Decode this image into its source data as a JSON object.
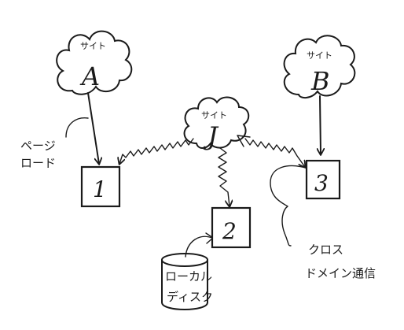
{
  "sites": {
    "a": {
      "caption": "サイト",
      "letter": "A"
    },
    "b": {
      "caption": "サイト",
      "letter": "B"
    },
    "j": {
      "caption": "サイト",
      "letter": "J"
    }
  },
  "boxes": {
    "one": "1",
    "two": "2",
    "three": "3"
  },
  "annotations": {
    "page_load": [
      "ページ",
      "ロード"
    ],
    "local_disk": [
      "ローカル",
      "ディスク"
    ],
    "cross_domain": [
      "クロス",
      "ドメイン通信"
    ]
  }
}
